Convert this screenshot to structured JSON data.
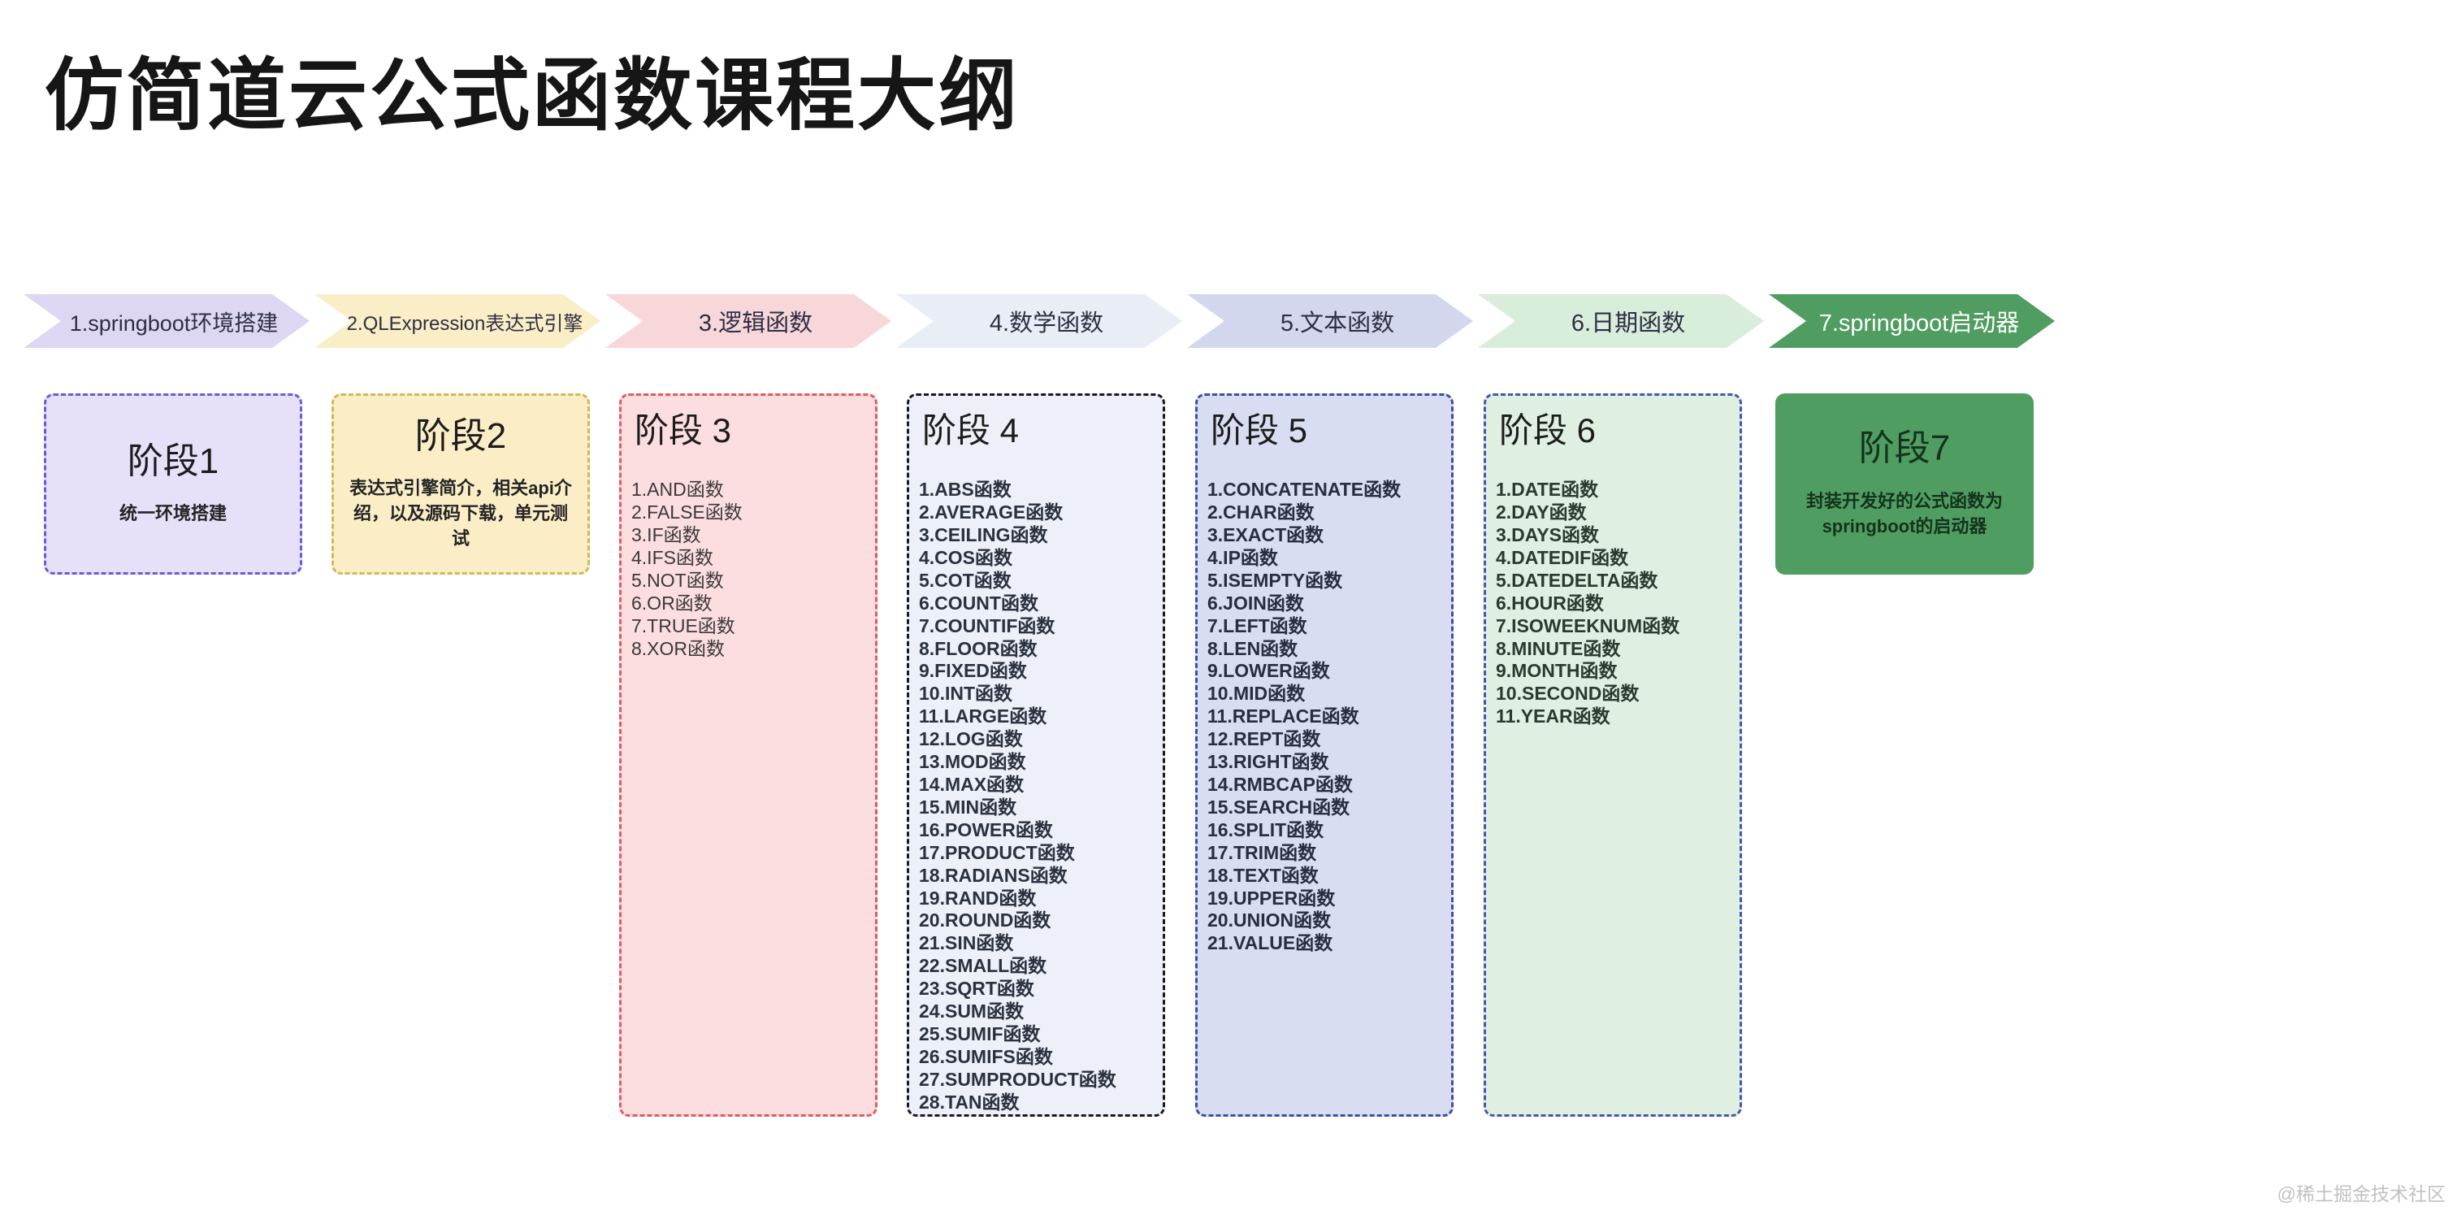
{
  "title": "仿简道云公式函数课程大纲",
  "watermark": "@稀土掘金技术社区",
  "stages": [
    {
      "chevron_label": "1.springboot环境搭建",
      "card_title": "阶段1",
      "body": "统一环境搭建",
      "items": null,
      "colors": {
        "chevron_bg": "#ddd7f3",
        "chevron_text": "#2e2e44",
        "card_bg": "#e6e1f9",
        "card_border": "#6a5cd8",
        "title_color": "#1c1c1c",
        "text_color": "#242424"
      }
    },
    {
      "chevron_label": "2.QLExpression表达式引擎",
      "card_title": "阶段2",
      "body": "表达式引擎简介，相关api介绍，以及源码下载，单元测试",
      "items": null,
      "colors": {
        "chevron_bg": "#faeec6",
        "chevron_text": "#2e2e44",
        "card_bg": "#fbeec7",
        "card_border": "#cdb95e",
        "title_color": "#1c1c1c",
        "text_color": "#242424"
      }
    },
    {
      "chevron_label": "3.逻辑函数",
      "card_title": "阶段 3",
      "body": null,
      "items": [
        "1.AND函数",
        "2.FALSE函数",
        "3.IF函数",
        "4.IFS函数",
        "5.NOT函数",
        "6.OR函数",
        "7.TRUE函数",
        "8.XOR函数"
      ],
      "colors": {
        "chevron_bg": "#f8d7da",
        "chevron_text": "#2e2e44",
        "card_bg": "#fcdde0",
        "card_border": "#e15b5d",
        "title_color": "#1c1c1c",
        "text_color": "#3a3a3a"
      }
    },
    {
      "chevron_label": "4.数学函数",
      "card_title": "阶段 4",
      "body": null,
      "items": [
        "1.ABS函数",
        "2.AVERAGE函数",
        "3.CEILING函数",
        "4.COS函数",
        "5.COT函数",
        "6.COUNT函数",
        "7.COUNTIF函数",
        "8.FLOOR函数",
        "9.FIXED函数",
        "10.INT函数",
        "11.LARGE函数",
        "12.LOG函数",
        "13.MOD函数",
        "14.MAX函数",
        "15.MIN函数",
        "16.POWER函数",
        "17.PRODUCT函数",
        "18.RADIANS函数",
        "19.RAND函数",
        "20.ROUND函数",
        "21.SIN函数",
        "22.SMALL函数",
        "23.SQRT函数",
        "24.SUM函数",
        "25.SUMIF函数",
        "26.SUMIFS函数",
        "27.SUMPRODUCT函数",
        "28.TAN函数"
      ],
      "colors": {
        "chevron_bg": "#e9edf6",
        "chevron_text": "#2e2e44",
        "card_bg": "#edf0f8",
        "card_border": "#1a1a1e",
        "title_color": "#1c1c1c",
        "text_color": "#2b3140"
      }
    },
    {
      "chevron_label": "5.文本函数",
      "card_title": "阶段 5",
      "body": null,
      "items": [
        "1.CONCATENATE函数",
        "2.CHAR函数",
        "3.EXACT函数",
        "4.IP函数",
        "5.ISEMPTY函数",
        "6.JOIN函数",
        "7.LEFT函数",
        "8.LEN函数",
        "9.LOWER函数",
        "10.MID函数",
        "11.REPLACE函数",
        "12.REPT函数",
        "13.RIGHT函数",
        "14.RMBCAP函数",
        "15.SEARCH函数",
        "16.SPLIT函数",
        "17.TRIM函数",
        "18.TEXT函数",
        "19.UPPER函数",
        "20.UNION函数",
        "21.VALUE函数"
      ],
      "colors": {
        "chevron_bg": "#d2d7ee",
        "chevron_text": "#2e2e44",
        "card_bg": "#d8ddf1",
        "card_border": "#3c4fa3",
        "title_color": "#1c1c1c",
        "text_color": "#272d42"
      }
    },
    {
      "chevron_label": "6.日期函数",
      "card_title": "阶段 6",
      "body": null,
      "items": [
        "1.DATE函数",
        "2.DAY函数",
        "3.DAYS函数",
        "4.DATEDIF函数",
        "5.DATEDELTA函数",
        "6.HOUR函数",
        "7.ISOWEEKNUM函数",
        "8.MINUTE函数",
        "9.MONTH函数",
        "10.SECOND函数",
        "11.YEAR函数"
      ],
      "colors": {
        "chevron_bg": "#d8edda",
        "chevron_text": "#2e2e44",
        "card_bg": "#dff0e2",
        "card_border": "#4457ae",
        "title_color": "#1c1c1c",
        "text_color": "#2b3a2e"
      }
    },
    {
      "chevron_label": "7.springboot启动器",
      "card_title": "阶段7",
      "body": "封装开发好的公式函数为springboot的启动器",
      "items": null,
      "colors": {
        "chevron_bg": "#4f9d60",
        "chevron_text": "#ffffff",
        "card_bg": "#4f9d60",
        "card_border": "#4f9d60",
        "title_color": "#16321e",
        "text_color": "#16321e"
      }
    }
  ]
}
